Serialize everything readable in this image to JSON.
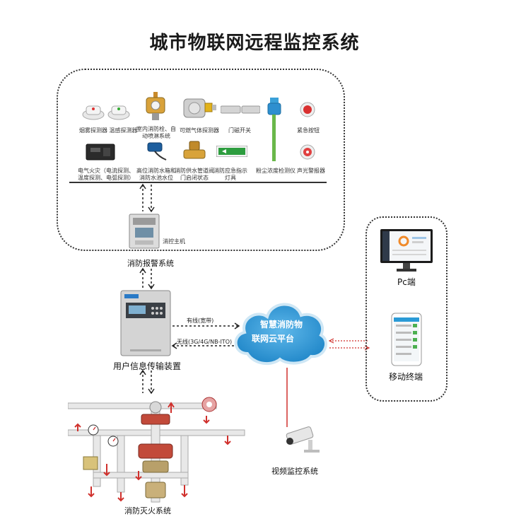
{
  "title": "城市物联网远程监控系统",
  "alarm_system": {
    "caption": "消防报警系统",
    "host_label": "消控主机",
    "devices_row1": [
      {
        "label": "烟雾探测器 温感探测器",
        "icon": "smoke-heat-detector-icon"
      },
      {
        "label": "室内消防栓、自动喷淋系统",
        "icon": "hydrant-sprinkler-icon"
      },
      {
        "label": "可燃气体探测器",
        "icon": "gas-detector-icon"
      },
      {
        "label": "门磁开关",
        "icon": "door-magnet-icon"
      },
      {
        "label": "紧急按钮",
        "icon": "emergency-button-icon"
      }
    ],
    "devices_row2": [
      {
        "label": "电气火灾（电流探测、温度探测、电弧探测）",
        "icon": "electrical-fire-icon"
      },
      {
        "label": "高位消防水箱和消防水池水位",
        "icon": "water-level-icon"
      },
      {
        "label": "消防供水管道阀门启闭状态",
        "icon": "valve-icon"
      },
      {
        "label": "消防应急指示灯具",
        "icon": "exit-sign-icon"
      },
      {
        "label": "粉尘浓度检测仪",
        "icon": "dust-sensor-icon"
      },
      {
        "label": "声光警报器",
        "icon": "sound-light-alarm-icon"
      }
    ]
  },
  "transmission_device": {
    "caption": "用户信息传输装置"
  },
  "cloud": {
    "line1": "智慧消防物",
    "line2": "联网云平台"
  },
  "links": {
    "wired": "有线(宽带)",
    "wireless": "无线(3G/4G/NB-ITO)"
  },
  "terminals": {
    "pc": "Pc端",
    "mobile": "移动终端"
  },
  "video": {
    "caption": "视频监控系统"
  },
  "extinguish": {
    "caption": "消防灭火系统"
  },
  "colors": {
    "accent_blue": "#2a9ad6",
    "link_red": "#d0302c",
    "frame": "#333333"
  }
}
